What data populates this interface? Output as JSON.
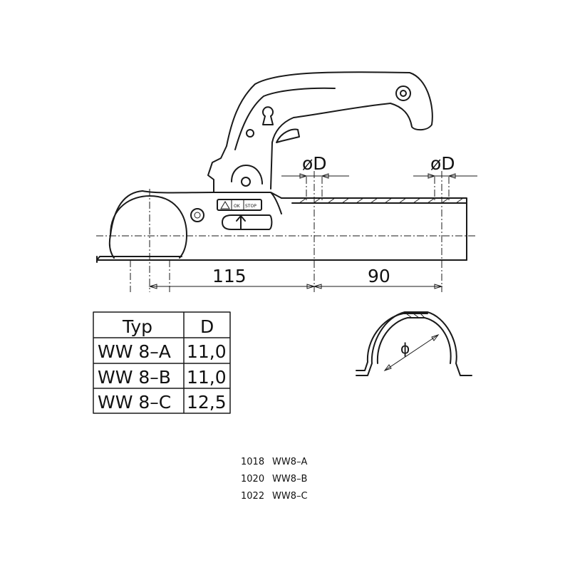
{
  "dimensions": {
    "d_left": "øD",
    "d_right": "øD",
    "length_a": "115",
    "length_b": "90"
  },
  "label": {
    "ok": "OK",
    "stop": "STOP"
  },
  "table": {
    "headers": [
      "Typ",
      "D"
    ],
    "rows": [
      {
        "typ": "WW 8–A",
        "d": "11,0"
      },
      {
        "typ": "WW 8–B",
        "d": "11,0"
      },
      {
        "typ": "WW 8–C",
        "d": "12,5"
      }
    ]
  },
  "profile_symbol": "ϕ",
  "article_codes": [
    {
      "number": "1018",
      "model": "WW8–A"
    },
    {
      "number": "1020",
      "model": "WW8–B"
    },
    {
      "number": "1022",
      "model": "WW8–C"
    }
  ]
}
